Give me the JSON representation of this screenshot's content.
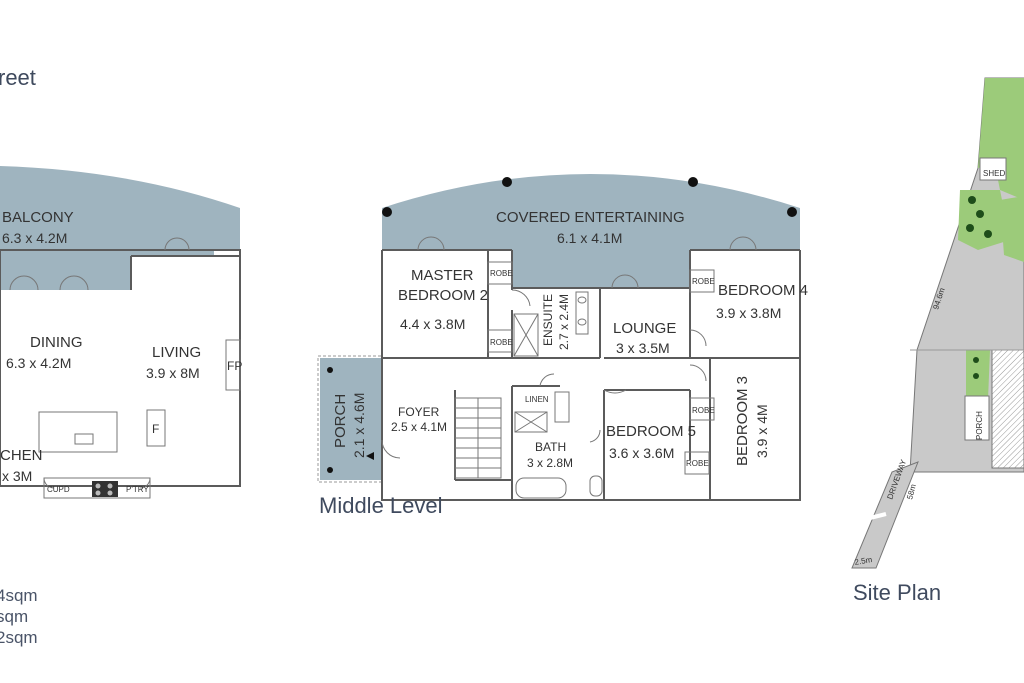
{
  "title_partial": "reet",
  "areas": [
    "4sqm",
    "sqm",
    "2sqm"
  ],
  "upper": {
    "balcony": {
      "name": "BALCONY",
      "dim": "6.3 x 4.2M"
    },
    "dining": {
      "name": "DINING",
      "dim": "6.3 x 4.2M"
    },
    "living": {
      "name": "LIVING",
      "dim": "3.9 x 8M"
    },
    "kitchen": {
      "name": "CHEN",
      "dim": "x 3M"
    },
    "fp": "FP",
    "fridge": "F",
    "cupd": "CUPD",
    "ptry": "P'TRY"
  },
  "middle": {
    "caption": "Middle Level",
    "covered": {
      "name": "COVERED ENTERTAINING",
      "dim": "6.1 x 4.1M"
    },
    "master": {
      "name1": "MASTER",
      "name2": "BEDROOM 2",
      "dim": "4.4 x 3.8M"
    },
    "ensuite": {
      "name": "ENSUITE",
      "dim": "2.7 x 2.4M"
    },
    "lounge": {
      "name": "LOUNGE",
      "dim": "3 x 3.5M"
    },
    "bed4": {
      "name": "BEDROOM 4",
      "dim": "3.9 x 3.8M"
    },
    "porch": {
      "name": "PORCH",
      "dim": "2.1 x 4.6M"
    },
    "foyer": {
      "name": "FOYER",
      "dim": "2.5 x 4.1M"
    },
    "linen": "LINEN",
    "bath": {
      "name": "BATH",
      "dim": "3 x 2.8M"
    },
    "bed5": {
      "name": "BEDROOM 5",
      "dim": "3.6 x 3.6M"
    },
    "bed3": {
      "name": "BEDROOM 3",
      "dim": "3.9 x 4M"
    },
    "robe": "ROBE"
  },
  "site": {
    "caption": "Site Plan",
    "shed": "SHED",
    "porch": "PORCH",
    "driveway": "DRIVEWAY",
    "len1": "94.6m",
    "len2": "58m",
    "len3": "2.5m"
  },
  "colors": {
    "shade": "#9fb4bf",
    "wall": "#5b5b5b",
    "grass": "#9ccb7a",
    "site": "#c9c9c9"
  }
}
